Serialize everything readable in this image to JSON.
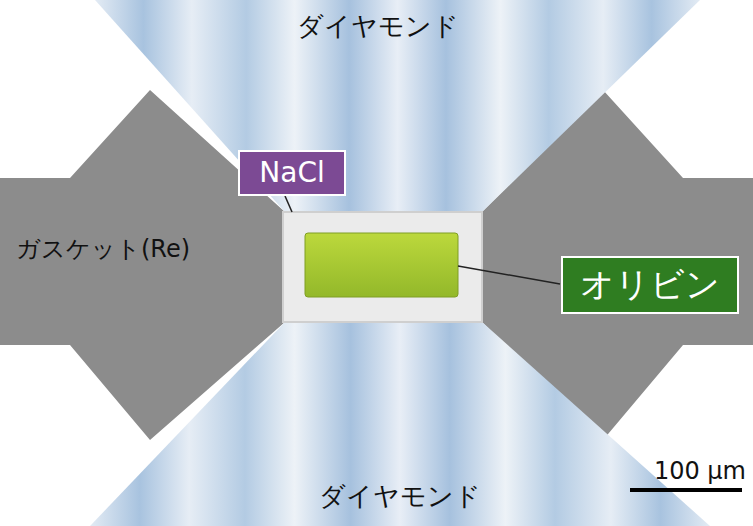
{
  "diagram": {
    "nodes": [
      {
        "text": [
          "NaCl"
        ]
      },
      {
        "text": [
          "オリビン"
        ]
      }
    ],
    "labels": [
      "ダイヤモンド",
      "ガスケット(Re)",
      "100 μm",
      "ダイヤモンド"
    ]
  }
}
